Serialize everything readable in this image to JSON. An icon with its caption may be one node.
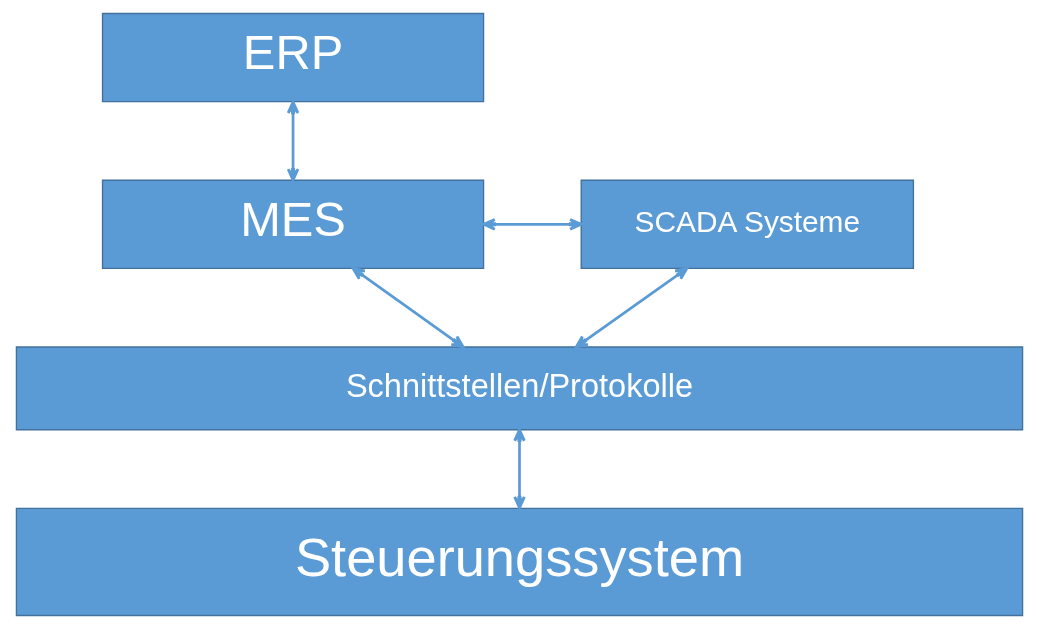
{
  "diagram": {
    "nodes": [
      {
        "text": [
          "ERP"
        ]
      },
      {
        "text": [
          "MES"
        ]
      },
      {
        "text": [
          "SCADA Systeme"
        ]
      },
      {
        "text": [
          "Schnittstellen/Protokolle"
        ]
      },
      {
        "text": [
          "Steuerungssystem"
        ]
      }
    ],
    "edges": [
      {
        "from": 0,
        "to": 1,
        "arrow": "both"
      },
      {
        "from": 1,
        "to": 2,
        "arrow": "both"
      },
      {
        "from": 1,
        "to": 3,
        "arrow": "both"
      },
      {
        "from": 2,
        "to": 3,
        "arrow": "both"
      },
      {
        "from": 3,
        "to": 4,
        "arrow": "both"
      }
    ]
  }
}
